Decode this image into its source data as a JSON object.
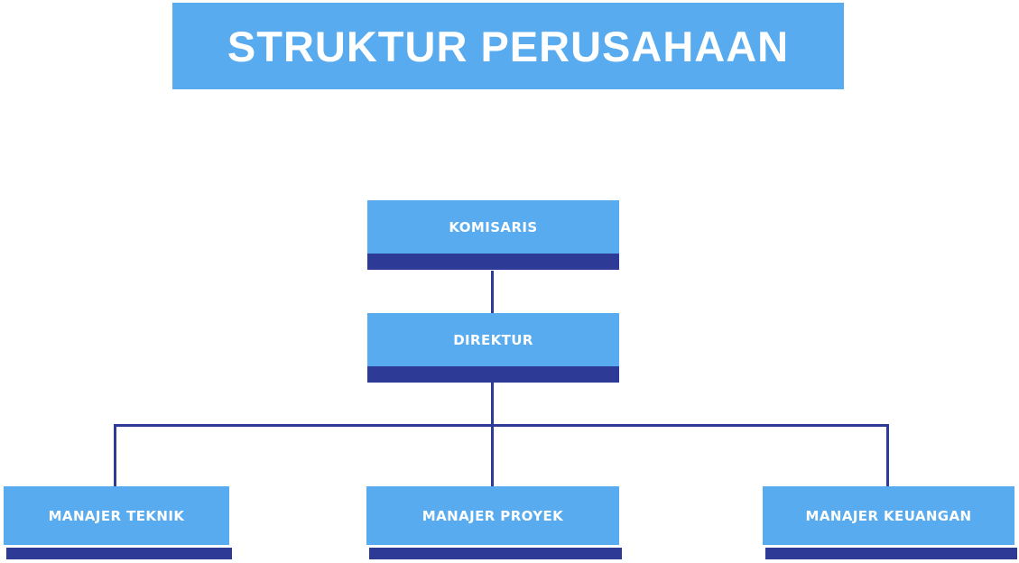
{
  "title": "STRUKTUR PERUSAHAAN",
  "colors": {
    "box_fill": "#57ABEE",
    "accent_dark": "#2D3B96",
    "label_text": "#FFFFFF",
    "page_background": "#FFFFFF"
  },
  "nodes": {
    "komisaris": {
      "label": "KOMISARIS"
    },
    "direktur": {
      "label": "DIREKTUR"
    },
    "manajer_teknik": {
      "label": "MANAJER TEKNIK"
    },
    "manajer_proyek": {
      "label": "MANAJER PROYEK"
    },
    "manajer_keuangan": {
      "label": "MANAJER KEUANGAN"
    }
  },
  "hierarchy": {
    "edges": [
      {
        "from": "KOMISARIS",
        "to": "DIREKTUR"
      },
      {
        "from": "DIREKTUR",
        "to": "MANAJER TEKNIK"
      },
      {
        "from": "DIREKTUR",
        "to": "MANAJER PROYEK"
      },
      {
        "from": "DIREKTUR",
        "to": "MANAJER KEUANGAN"
      }
    ]
  }
}
